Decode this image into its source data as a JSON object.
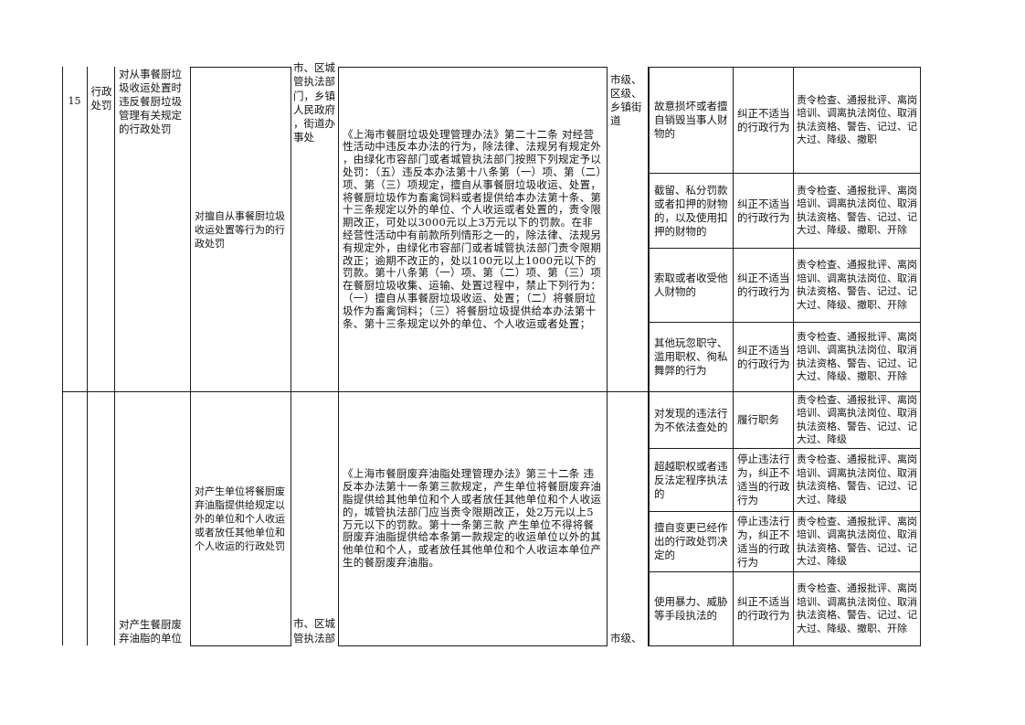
{
  "row_number": "15",
  "category": "行政处罚",
  "sections": [
    {
      "item_name": "对从事餐厨垃圾收运处置时违反餐厨垃圾管理有关规定的行政处罚",
      "sub_item": "对擅自从事餐厨垃圾收运处置等行为的行政处罚",
      "implementing_body": "市、区城管执法部门，乡镇人民政府，街道办事处",
      "legal_basis": "《上海市餐厨垃圾处理管理办法》第二十二条 对经营性活动中违反本办法的行为，除法律、法规另有规定外，由绿化市容部门或者城管执法部门按照下列规定予以处罚：（五）违反本办法第十八条第（一）项、第（二）项、第（三）项规定，擅自从事餐厨垃圾收运、处置，将餐厨垃圾作为畜禽饲料或者提供给本办法第十条、第十三条规定以外的单位、个人收运或者处置的，责令限期改正，可处以3000元以上3万元以下的罚款。在非经营性活动中有前款所列情形之一的，除法律、法规另有规定外，由绿化市容部门或者城管执法部门责令限期改正；逾期不改正的，处以100元以上1000元以下的罚款。第十八条第（一）项、第（二）项、第（三）项 在餐厨垃圾收集、运输、处置过程中，禁止下列行为：（一）擅自从事餐厨垃圾收运、处置；（二）将餐厨垃圾作为畜禽饲料；（三）将餐厨垃圾提供给本办法第十条、第十三条规定以外的单位、个人收运或者处置；",
      "level": "市级、区级、乡镇街道",
      "duties": [
        {
          "situation": "故意损坏或者擅自销毁当事人财物的",
          "action": "纠正不适当的行政行为",
          "penalty": "责令检查、通报批评、离岗培训、调离执法岗位、取消执法资格、警告、记过、记大过、降级、撤职"
        },
        {
          "situation": "截留、私分罚款或者扣押的财物的，以及使用扣押的财物的",
          "action": "纠正不适当的行政行为",
          "penalty": "责令检查、通报批评、离岗培训、调离执法岗位、取消执法资格、警告、记过、记大过、降级、撤职、开除"
        },
        {
          "situation": "索取或者收受他人财物的",
          "action": "纠正不适当的行政行为",
          "penalty": "责令检查、通报批评、离岗培训、调离执法岗位、取消执法资格、警告、记过、记大过、降级、撤职、开除"
        },
        {
          "situation": "其他玩忽职守、滥用职权、徇私舞弊的行为",
          "action": "纠正不适当的行政行为",
          "penalty": "责令检查、通报批评、离岗培训、调离执法岗位、取消执法资格、警告、记过、记大过、降级、撤职、开除"
        }
      ]
    },
    {
      "item_name": "对产生餐厨废弃油脂的单位",
      "sub_item": "对产生单位将餐厨废弃油脂提供给规定以外的单位和个人收运或者放任其他单位和个人收运的行政处罚",
      "implementing_body": "市、区城管执法部",
      "legal_basis": "《上海市餐厨废弃油脂处理管理办法》第三十二条 违反本办法第十一条第三款规定，产生单位将餐厨废弃油脂提供给其他单位和个人或者放任其他单位和个人收运的，城管执法部门应当责令限期改正，处2万元以上5万元以下的罚款。第十一条第三款 产生单位不得将餐厨废弃油脂提供给本条第一款规定的收运单位以外的其他单位和个人，或者放任其他单位和个人收运本单位产生的餐厨废弃油脂。",
      "level": "市级、",
      "duties": [
        {
          "situation": "对发现的违法行为不依法查处的",
          "action": "履行职务",
          "penalty": "责令检查、通报批评、离岗培训、调离执法岗位、取消执法资格、警告、记过、记大过、降级"
        },
        {
          "situation": "超越职权或者违反法定程序执法的",
          "action": "停止违法行为，纠正不适当的行政行为",
          "penalty": "责令检查、通报批评、离岗培训、调离执法岗位、取消执法资格、警告、记过、记大过、降级"
        },
        {
          "situation": "擅自变更已经作出的行政处罚决定的",
          "action": "停止违法行为，纠正不适当的行政行为",
          "penalty": "责令检查、通报批评、离岗培训、调离执法岗位、取消执法资格、警告、记过、记大过、降级"
        },
        {
          "situation": "使用暴力、威胁等手段执法的",
          "action": "纠正不适当的行政行为",
          "penalty": "责令检查、通报批评、离岗培训、调离执法岗位、取消执法资格、警告、记过、记大过、降级、撤职、开除"
        }
      ]
    }
  ]
}
